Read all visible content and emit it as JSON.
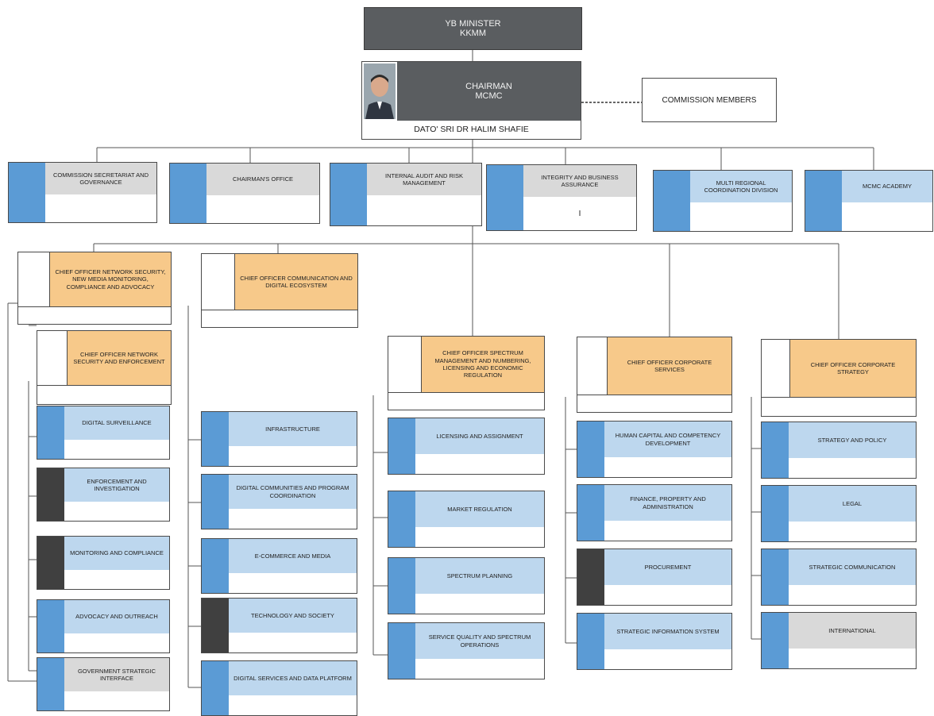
{
  "minister": {
    "line1": "YB MINISTER",
    "line2": "KKMM"
  },
  "chairman": {
    "line1": "CHAIRMAN",
    "line2": "MCMC",
    "name": "DATO' SRI DR HALIM SHAFIE"
  },
  "commission_members": "COMMISSION MEMBERS",
  "top_units": [
    {
      "label": "COMMISSION SECRETARIAT AND GOVERNANCE",
      "sub": ""
    },
    {
      "label": "CHAIRMAN'S OFFICE",
      "sub": ""
    },
    {
      "label": "INTERNAL AUDIT AND RISK MANAGEMENT",
      "sub": ""
    },
    {
      "label": "INTEGRITY AND BUSINESS ASSURANCE",
      "sub": "I"
    },
    {
      "label": "MULTI REGIONAL COORDINATION DIVISION",
      "sub": ""
    },
    {
      "label": "MCMC ACADEMY",
      "sub": ""
    }
  ],
  "chief_officers": [
    {
      "label": "CHIEF OFFICER NETWORK SECURITY, NEW MEDIA MONITORING, COMPLIANCE AND ADVOCACY"
    },
    {
      "label": "CHIEF OFFICER COMMUNICATION AND DIGITAL ECOSYSTEM"
    },
    {
      "label": "CHIEF OFFICER NETWORK SECURITY AND ENFORCEMENT"
    },
    {
      "label": "CHIEF OFFICER SPECTRUM MANAGEMENT AND NUMBERING, LICENSING AND ECONOMIC REGULATION"
    },
    {
      "label": "CHIEF OFFICER CORPORATE SERVICES"
    },
    {
      "label": "CHIEF OFFICER CORPORATE STRATEGY"
    }
  ],
  "divisions": {
    "col1": [
      "DIGITAL SURVEILLANCE",
      "ENFORCEMENT AND INVESTIGATION",
      "MONITORING AND COMPLIANCE",
      "ADVOCACY AND OUTREACH",
      "GOVERNMENT STRATEGIC INTERFACE"
    ],
    "col2": [
      "INFRASTRUCTURE",
      "DIGITAL COMMUNITIES AND PROGRAM COORDINATION",
      "E-COMMERCE AND MEDIA",
      "TECHNOLOGY AND SOCIETY",
      "DIGITAL SERVICES AND DATA PLATFORM"
    ],
    "col3": [
      "LICENSING AND ASSIGNMENT",
      "MARKET REGULATION",
      "SPECTRUM PLANNING",
      "SERVICE QUALITY AND SPECTRUM OPERATIONS"
    ],
    "col4": [
      "HUMAN CAPITAL AND COMPETENCY DEVELOPMENT",
      "FINANCE, PROPERTY AND ADMINISTRATION",
      "PROCUREMENT",
      "STRATEGIC INFORMATION SYSTEM"
    ],
    "col5": [
      "STRATEGY AND POLICY",
      "LEGAL",
      "STRATEGIC COMMUNICATION",
      "INTERNATIONAL"
    ]
  },
  "colors": {
    "dark": "#5a5d60",
    "grey": "#d9d9d9",
    "light_blue": "#bdd7ee",
    "blue": "#5b9bd5",
    "orange": "#f7c98a",
    "dark_strip": "#404040"
  }
}
